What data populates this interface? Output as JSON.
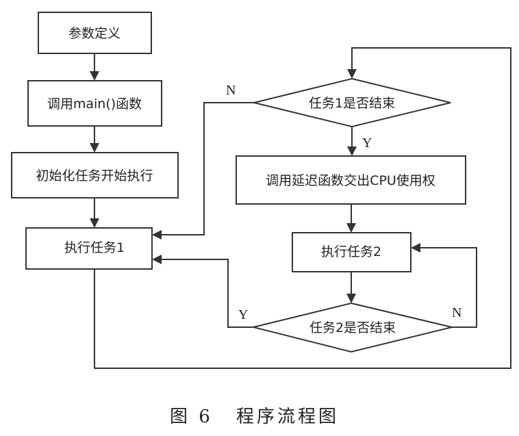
{
  "nodes": {
    "param_def": "参数定义",
    "call_main": "调用main()函数",
    "init_tasks": "初始化任务开始执行",
    "exec_task1": "执行任务1",
    "task1_done": "任务1是否结束",
    "yield_cpu": "调用延迟函数交出CPU使用权",
    "exec_task2": "执行任务2",
    "task2_done": "任务2是否结束"
  },
  "edge_labels": {
    "task1_no": "N",
    "task1_yes": "Y",
    "task2_yes": "Y",
    "task2_no": "N"
  },
  "caption": {
    "figure_number": "图 6",
    "title": "程序流程图"
  }
}
